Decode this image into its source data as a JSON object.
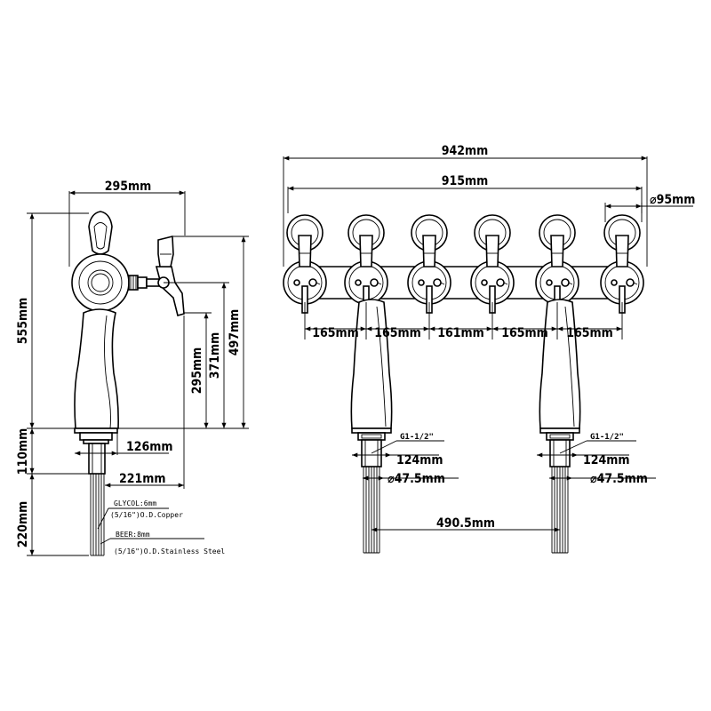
{
  "side_view": {
    "dim_width_top": "295mm",
    "dim_total_height": "555mm",
    "dim_height_497": "497mm",
    "dim_height_371": "371mm",
    "dim_height_295": "295mm",
    "dim_base_height": "110mm",
    "dim_base_width": "126mm",
    "dim_spout_reach": "221mm",
    "dim_lines_length": "220mm",
    "note_glycol_1": "GLYCOL:6mm",
    "note_glycol_2": "(5/16\")O.D.Copper",
    "note_beer_1": "BEER:8mm",
    "note_beer_2": "(5/16\")O.D.Stainless Steel"
  },
  "front_view": {
    "dim_overall": "942mm",
    "dim_tap_span": "915mm",
    "dim_ring_diameter": "⌀95mm",
    "spacing": [
      "165mm",
      "165mm",
      "161mm",
      "165mm",
      "165mm"
    ],
    "column_spacing": "490.5mm",
    "left_column": {
      "thread": "G1-1/2\"",
      "base_width": "124mm",
      "shank_diameter": "⌀47.5mm"
    },
    "right_column": {
      "thread": "G1-1/2\"",
      "base_width": "124mm",
      "shank_diameter": "⌀47.5mm"
    }
  }
}
